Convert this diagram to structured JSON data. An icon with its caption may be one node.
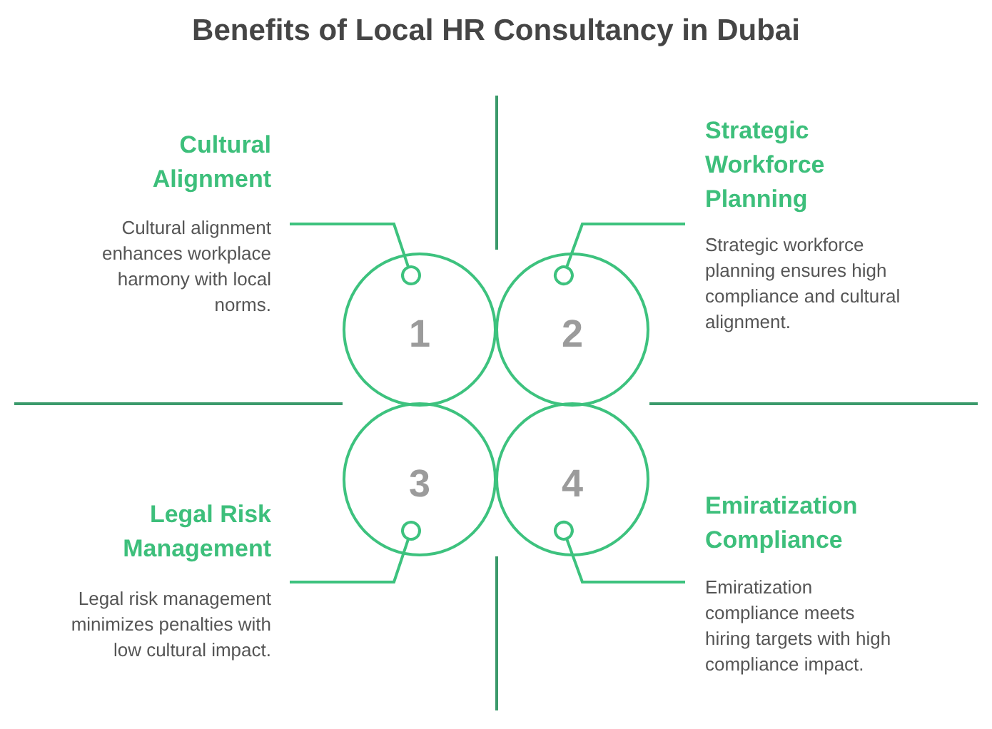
{
  "diagram": {
    "title": "Benefits of Local HR Consultancy in Dubai",
    "nodes": [
      {
        "text": [
          "Cultural Alignment",
          "Cultural alignment enhances workplace harmony with local norms."
        ]
      },
      {
        "text": [
          "Strategic Workforce Planning",
          "Strategic workforce planning ensures high compliance and cultural alignment."
        ]
      },
      {
        "text": [
          "1"
        ]
      },
      {
        "text": [
          "2"
        ]
      },
      {
        "text": [
          "3"
        ]
      },
      {
        "text": [
          "4"
        ]
      },
      {
        "text": [
          "Legal Risk Management",
          "Legal risk management minimizes penalties with low cultural impact."
        ]
      },
      {
        "text": [
          "Emiratization Compliance",
          "Emiratization compliance meets hiring targets with high compliance impact."
        ]
      }
    ],
    "edges": [
      {
        "from": 0,
        "to": 2,
        "arrow": "other"
      },
      {
        "from": 1,
        "to": 3,
        "arrow": "other"
      },
      {
        "from": 6,
        "to": 4,
        "arrow": "other"
      },
      {
        "from": 7,
        "to": 5,
        "arrow": "other"
      }
    ]
  }
}
